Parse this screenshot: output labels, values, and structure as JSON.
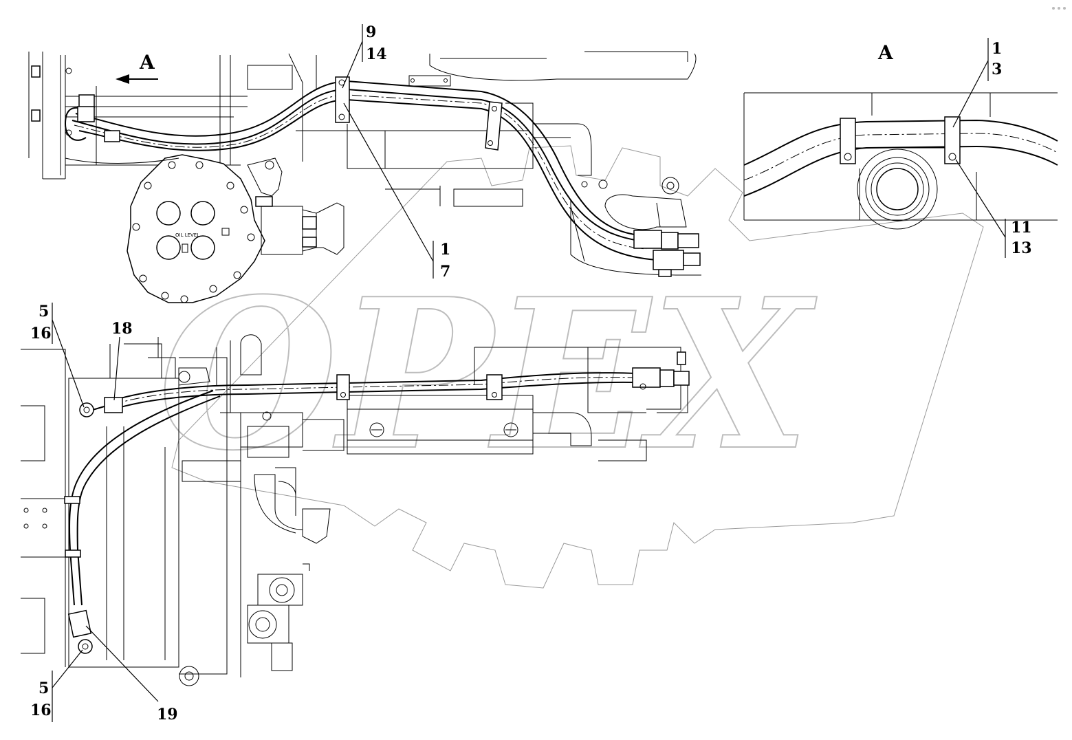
{
  "watermark": {
    "text": "OPEX"
  },
  "main_view": {
    "direction_label": "A",
    "oil_plate_text": "OIL LEVEL",
    "callouts": {
      "c_9_14": [
        "9",
        "14"
      ],
      "c_1_7": [
        "1",
        "7"
      ]
    }
  },
  "detail_view_a": {
    "title": "A",
    "callouts": {
      "c_1_3": [
        "1",
        "3"
      ],
      "c_11_13": [
        "11",
        "13"
      ]
    }
  },
  "lower_view": {
    "callouts": {
      "c_5_16_top": [
        "5",
        "16"
      ],
      "c_18": "18",
      "c_5_16_bottom": [
        "5",
        "16"
      ],
      "c_19": "19"
    }
  }
}
